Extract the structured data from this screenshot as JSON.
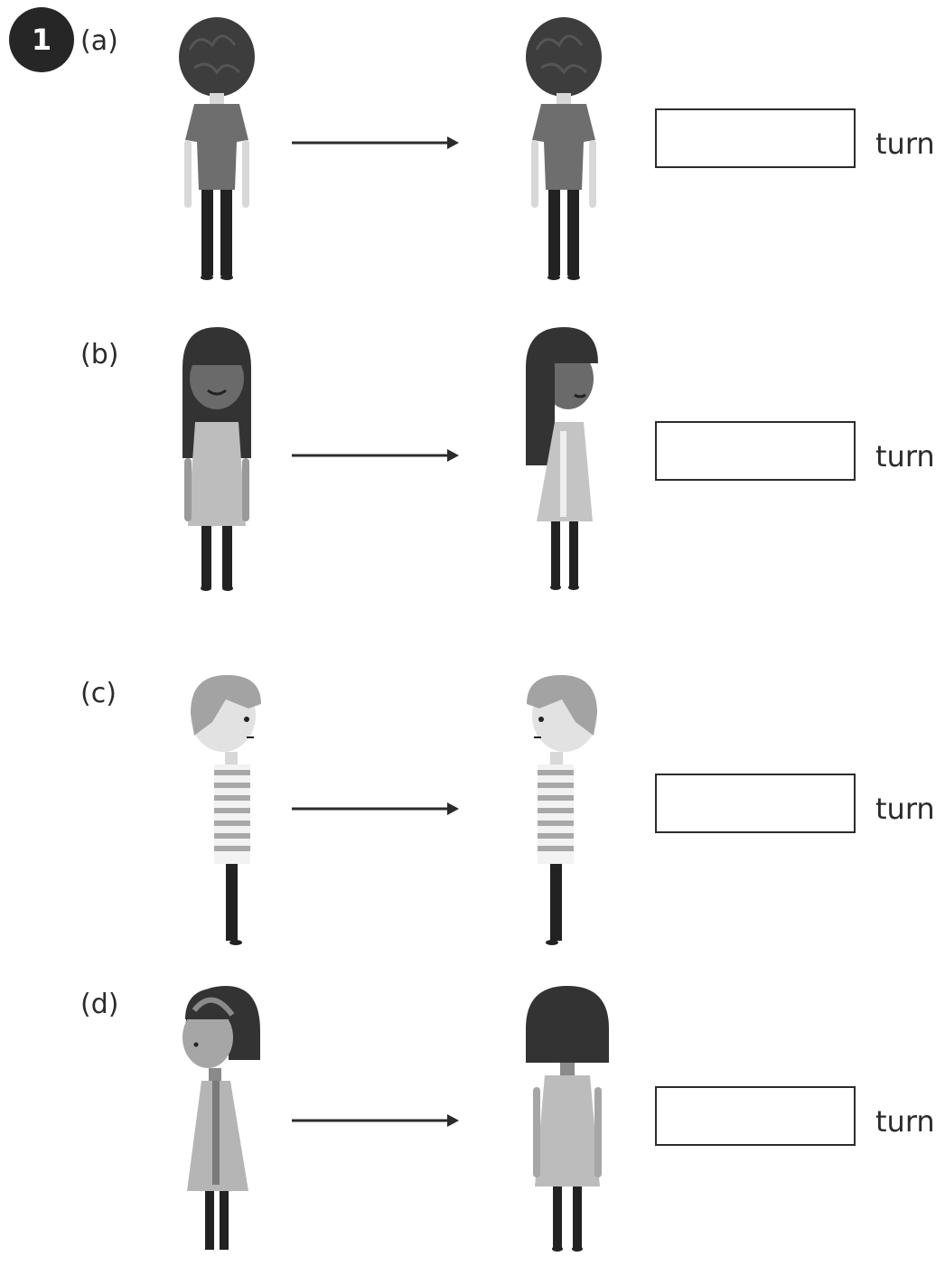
{
  "question_number": "1",
  "rows": [
    {
      "label": "(a)",
      "unit": "turn"
    },
    {
      "label": "(b)",
      "unit": "turn"
    },
    {
      "label": "(c)",
      "unit": "turn"
    },
    {
      "label": "(d)",
      "unit": "turn"
    }
  ]
}
